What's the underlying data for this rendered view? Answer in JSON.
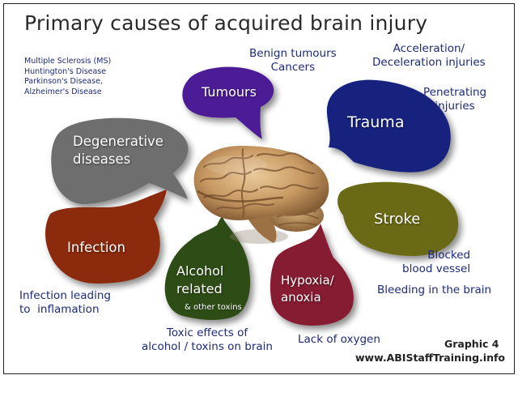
{
  "title": "Primary causes of acquired brain injury",
  "degenerative_examples": "Multiple Sclerosis (MS)\nHuntington's Disease\nParkinson's Disease,\nAlzheimer's Disease",
  "categories": {
    "tumours": {
      "label": "Tumours",
      "color": "#4b1a96",
      "note": "Benign tumours\nCancers"
    },
    "trauma": {
      "label": "Trauma",
      "color": "#14237e",
      "note_1": "Acceleration/\nDeceleration injuries",
      "note_2": "Penetrating\ninjuries"
    },
    "degenerative": {
      "label": "Degenerative\ndiseases",
      "color": "#6e6e6e"
    },
    "stroke": {
      "label": "Stroke",
      "color": "#6b6a12",
      "note_1": "Blocked\nblood vessel",
      "note_2": "Bleeding in the brain"
    },
    "infection": {
      "label": "Infection",
      "color": "#8c2a10",
      "note": "Infection leading\nto  inflamation"
    },
    "alcohol": {
      "label": "Alcohol\nrelated",
      "sublabel": "& other toxins",
      "color": "#2f4d12",
      "note": "Toxic effects of\nalcohol / toxins on brain"
    },
    "hypoxia": {
      "label": "Hypoxia/\nanoxia",
      "color": "#861a30",
      "note": "Lack of oxygen"
    }
  },
  "graphic_label": "Graphic 4",
  "website": "www.ABIStaffTraining.info"
}
